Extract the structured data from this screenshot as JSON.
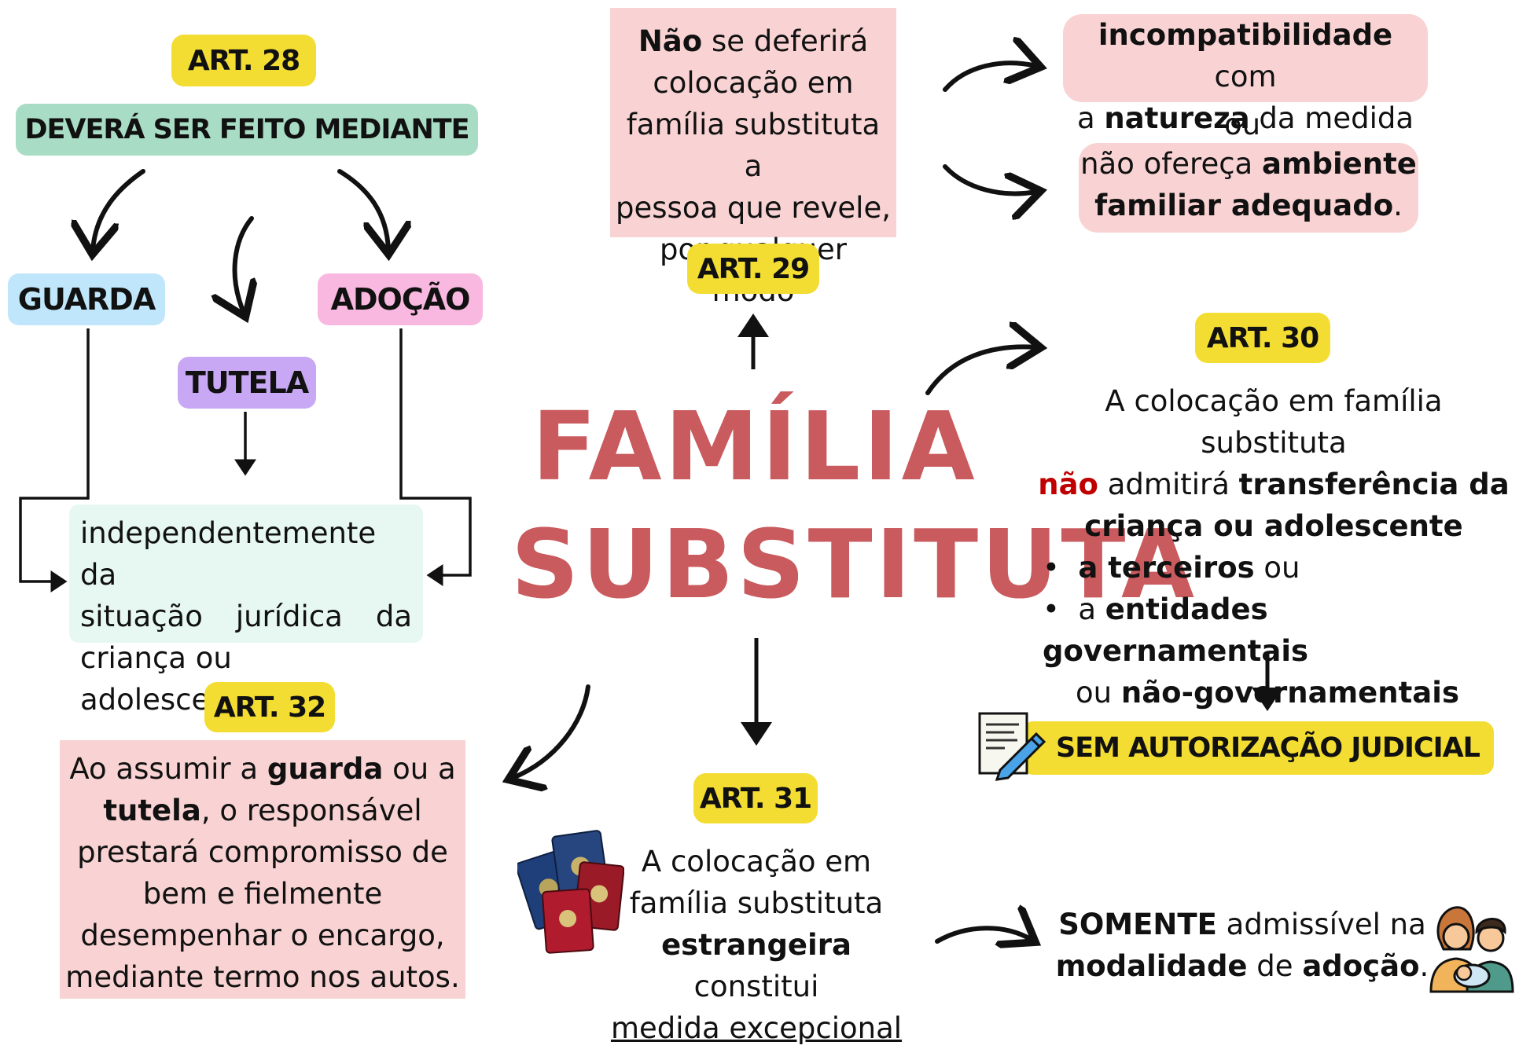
{
  "title": {
    "line1": "FAMÍLIA",
    "line2": "SUBSTITUTA"
  },
  "art28": {
    "badge": "ART. 28",
    "header": "DEVERÁ SER FEITO MEDIANTE",
    "guarda": "GUARDA",
    "tutela": "TUTELA",
    "adocao": "ADOÇÃO",
    "box": {
      "l1": "independentemente da",
      "l2a": "situação",
      "l2b": "jurídica",
      "l2c": "da",
      "l3": "criança ou adolescente"
    }
  },
  "art29": {
    "badge": "ART. 29",
    "box": {
      "b1": "Não",
      "t1": " se deferirá",
      "l2": "colocação em",
      "l3": "família substituta a",
      "l4": "pessoa que revele,",
      "l5": "por qualquer modo"
    },
    "opt1": {
      "b1": "incompatibilidade",
      "t1": " com",
      "t2": "a ",
      "b2": "natureza",
      "t3": " da medida"
    },
    "ou": "ou",
    "opt2": {
      "t1": "não ofereça ",
      "b1": "ambiente",
      "b2": "familiar adequado",
      "t2": "."
    }
  },
  "art30": {
    "badge": "ART. 30",
    "l1": "A colocação em família substituta",
    "nao": "não",
    "l2t": " admitirá ",
    "l2b": "transferência da",
    "l3": "criança ou adolescente",
    "bullet1": {
      "b": "a terceiros",
      "t": " ou"
    },
    "bullet2": {
      "t": "a ",
      "b": "entidades governamentais"
    },
    "bullet2b": {
      "t": "ou ",
      "b": "não-governamentais"
    },
    "result": "SEM AUTORIZAÇÃO JUDICIAL"
  },
  "art31": {
    "badge": "ART. 31",
    "l1": "A colocação em",
    "l2": "família substituta",
    "l3b": "estrangeira",
    "l3t": " constitui",
    "l4": "medida excepcional",
    "result": {
      "b1": "SOMENTE",
      "t1": " admissível na",
      "b2": "modalidade",
      "t2": " de ",
      "b3": "adoção",
      "t3": "."
    }
  },
  "art32": {
    "badge": "ART. 32",
    "l1t": "Ao assumir a ",
    "l1b": "guarda",
    "l1t2": " ou a",
    "l2b": "tutela",
    "l2t": ", o responsável",
    "l3": "prestará compromisso de",
    "l4": "bem e fielmente",
    "l5": "desempenhar o encargo,",
    "l6": "mediante termo nos autos."
  },
  "colors": {
    "yellow": "#f3dd32",
    "green": "#a8dcc4",
    "blue": "#bfe6fa",
    "purple": "#c8a8f4",
    "pink": "#f9b8df",
    "mint": "#e7f8f2",
    "rose": "#f9d3d3",
    "title": "#c95a5e",
    "red": "#c00000"
  },
  "icons": [
    "document-pen-icon",
    "passports-icon",
    "family-icon"
  ]
}
